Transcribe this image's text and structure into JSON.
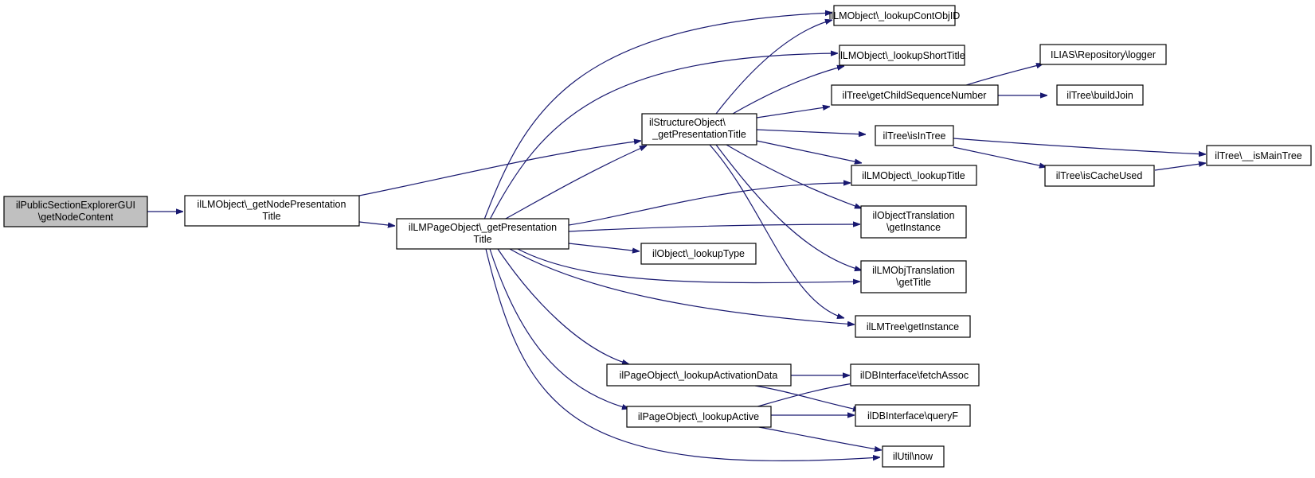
{
  "nodes": {
    "root": [
      "ilPublicSectionExplorerGUI",
      "\\getNodeContent"
    ],
    "lm_node": [
      "ilLMObject\\_getNodePresentation",
      "Title"
    ],
    "page_pres": [
      "ilLMPageObject\\_getPresentation",
      "Title"
    ],
    "struct_pres": [
      "ilStructureObject\\",
      "_getPresentationTitle"
    ],
    "cont_obj_id": [
      "ilLMObject\\_lookupContObjID"
    ],
    "short_title": [
      "ilLMObject\\_lookupShortTitle"
    ],
    "child_seq": [
      "ilTree\\getChildSequenceNumber"
    ],
    "logger": [
      "ILIAS\\Repository\\logger"
    ],
    "build_join": [
      "ilTree\\buildJoin"
    ],
    "is_in_tree": [
      "ilTree\\isInTree"
    ],
    "is_main_tree": [
      "ilTree\\__isMainTree"
    ],
    "is_cache_used": [
      "ilTree\\isCacheUsed"
    ],
    "lookup_title": [
      "ilLMObject\\_lookupTitle"
    ],
    "obj_trans": [
      "ilObjectTranslation",
      "\\getInstance"
    ],
    "lookup_type": [
      "ilObject\\_lookupType"
    ],
    "lmobj_trans": [
      "ilLMObjTranslation",
      "\\getTitle"
    ],
    "lmtree": [
      "ilLMTree\\getInstance"
    ],
    "activation": [
      "ilPageObject\\_lookupActivationData"
    ],
    "fetch_assoc": [
      "ilDBInterface\\fetchAssoc"
    ],
    "lookup_active": [
      "ilPageObject\\_lookupActive"
    ],
    "query_f": [
      "ilDBInterface\\queryF"
    ],
    "now": [
      "ilUtil\\now"
    ]
  },
  "colors": {
    "edge": "#191970",
    "root_fill": "#c0c0c0",
    "node_fill": "#ffffff"
  }
}
